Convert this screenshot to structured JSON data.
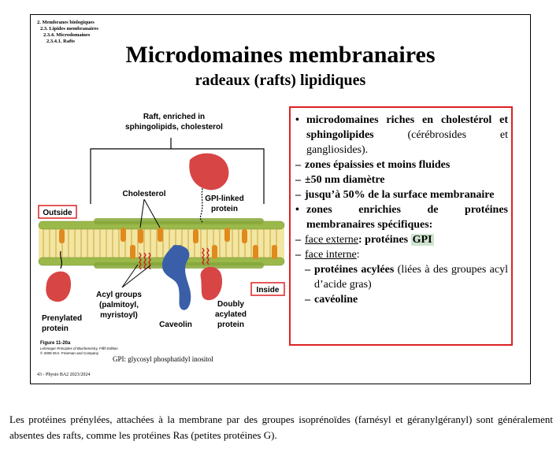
{
  "slide": {
    "breadcrumbs": [
      "2. Membranes biologiques",
      "2.3. Lipides membranaires",
      "2.3.4. Microdomaines",
      "2.3.4.1. Rafts"
    ],
    "title": "Microdomaines membranaires",
    "subtitle": "radeaux (rafts) lipidiques",
    "footer": "43 - Physio BA2 2023/2024"
  },
  "figure": {
    "raft_label_1": "Raft, enriched in",
    "raft_label_2": "sphingolipids, cholesterol",
    "cholesterol": "Cholesterol",
    "gpi_linked_1": "GPI-linked",
    "gpi_linked_2": "protein",
    "outside": "Outside",
    "inside": "Inside",
    "prenylated_1": "Prenylated",
    "prenylated_2": "protein",
    "acyl_1": "Acyl groups",
    "acyl_2": "(palmitoyl,",
    "acyl_3": "myristoyl)",
    "caveolin": "Caveolin",
    "doubly_1": "Doubly",
    "doubly_2": "acylated",
    "doubly_3": "protein",
    "figure_no": "Figure 11-20a",
    "book": "Lehninger Principles of Biochemistry, Fifth Edition",
    "copyright": "© 2008 W.H. Freeman and Company",
    "gpi_caption": "GPI: glycosyl phosphatidyl inositol",
    "colors": {
      "lipid_head": "#8fae3e",
      "lipid_tail": "#e6c95a",
      "cholesterol": "#e08a1e",
      "protein": "#d84545",
      "caveolin": "#3a5fa8",
      "highlight_box": "#dd2222"
    }
  },
  "box": {
    "b1_bold": "microdomaines riches en cholestérol et sphingolipides",
    "b1_plain": "(cérébrosides et gangliosides).",
    "s1": "zones épaissies et moins fluides",
    "s2": "±50 nm diamètre",
    "s3": "jusqu’à 50% de la surface membranaire",
    "b2": "zones enrichies de protéines membranaires spécifiques:",
    "s4_ul": "face externe",
    "s4_rest": ": protéines ",
    "s4_gpi": "GPI",
    "s5_ul": "face interne",
    "s5_rest": ":",
    "ss1_bold": "protéines acylées",
    "ss1_plain": " (liées à des groupes acyl d’acide gras)",
    "ss2": "cavéoline"
  },
  "bottom_text": "Les protéines prénylées, attachées à la membrane par des groupes isoprénoïdes (farnésyl et géranylgéranyl) sont généralement absentes des rafts, comme les protéines Ras (petites protéines G)."
}
